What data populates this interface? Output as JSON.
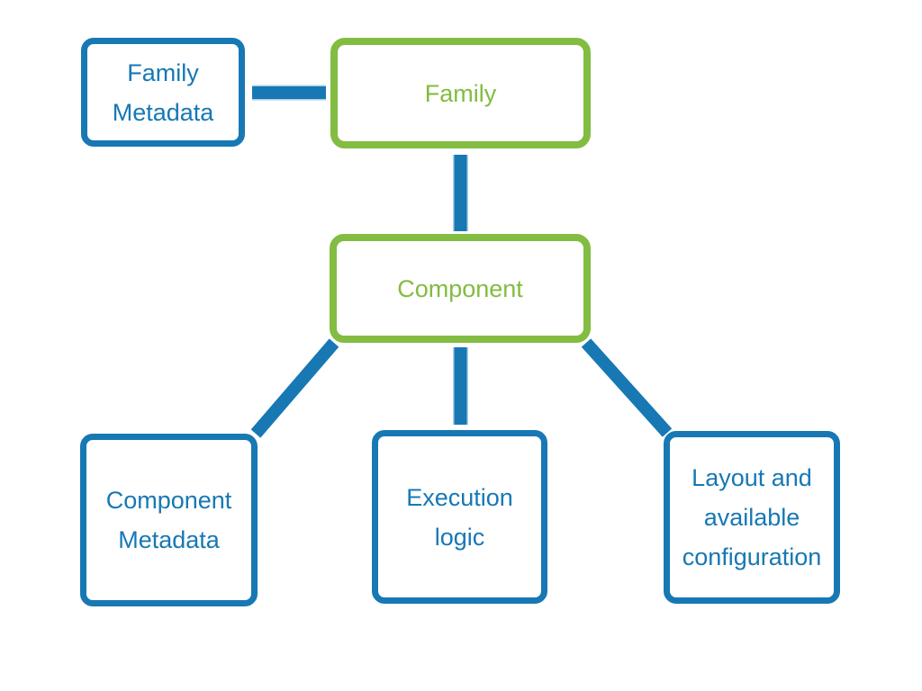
{
  "diagram": {
    "palette": {
      "background": "#ffffff",
      "blue": "#1778b4",
      "green": "#82bc41",
      "edge": "#1778b4",
      "edge_halo": "#a9cfe8"
    },
    "nodes": [
      {
        "id": "family-metadata",
        "label": "Family\nMetadata",
        "color": "blue"
      },
      {
        "id": "family",
        "label": "Family",
        "color": "green"
      },
      {
        "id": "component",
        "label": "Component",
        "color": "green"
      },
      {
        "id": "component-metadata",
        "label": "Component\nMetadata",
        "color": "blue"
      },
      {
        "id": "execution-logic",
        "label": "Execution\nlogic",
        "color": "blue"
      },
      {
        "id": "layout-configuration",
        "label": "Layout and\navailable\nconfiguration",
        "color": "blue"
      }
    ],
    "edges": [
      {
        "from": "family-metadata",
        "to": "family"
      },
      {
        "from": "family",
        "to": "component"
      },
      {
        "from": "component",
        "to": "component-metadata"
      },
      {
        "from": "component",
        "to": "execution-logic"
      },
      {
        "from": "component",
        "to": "layout-configuration"
      }
    ]
  }
}
